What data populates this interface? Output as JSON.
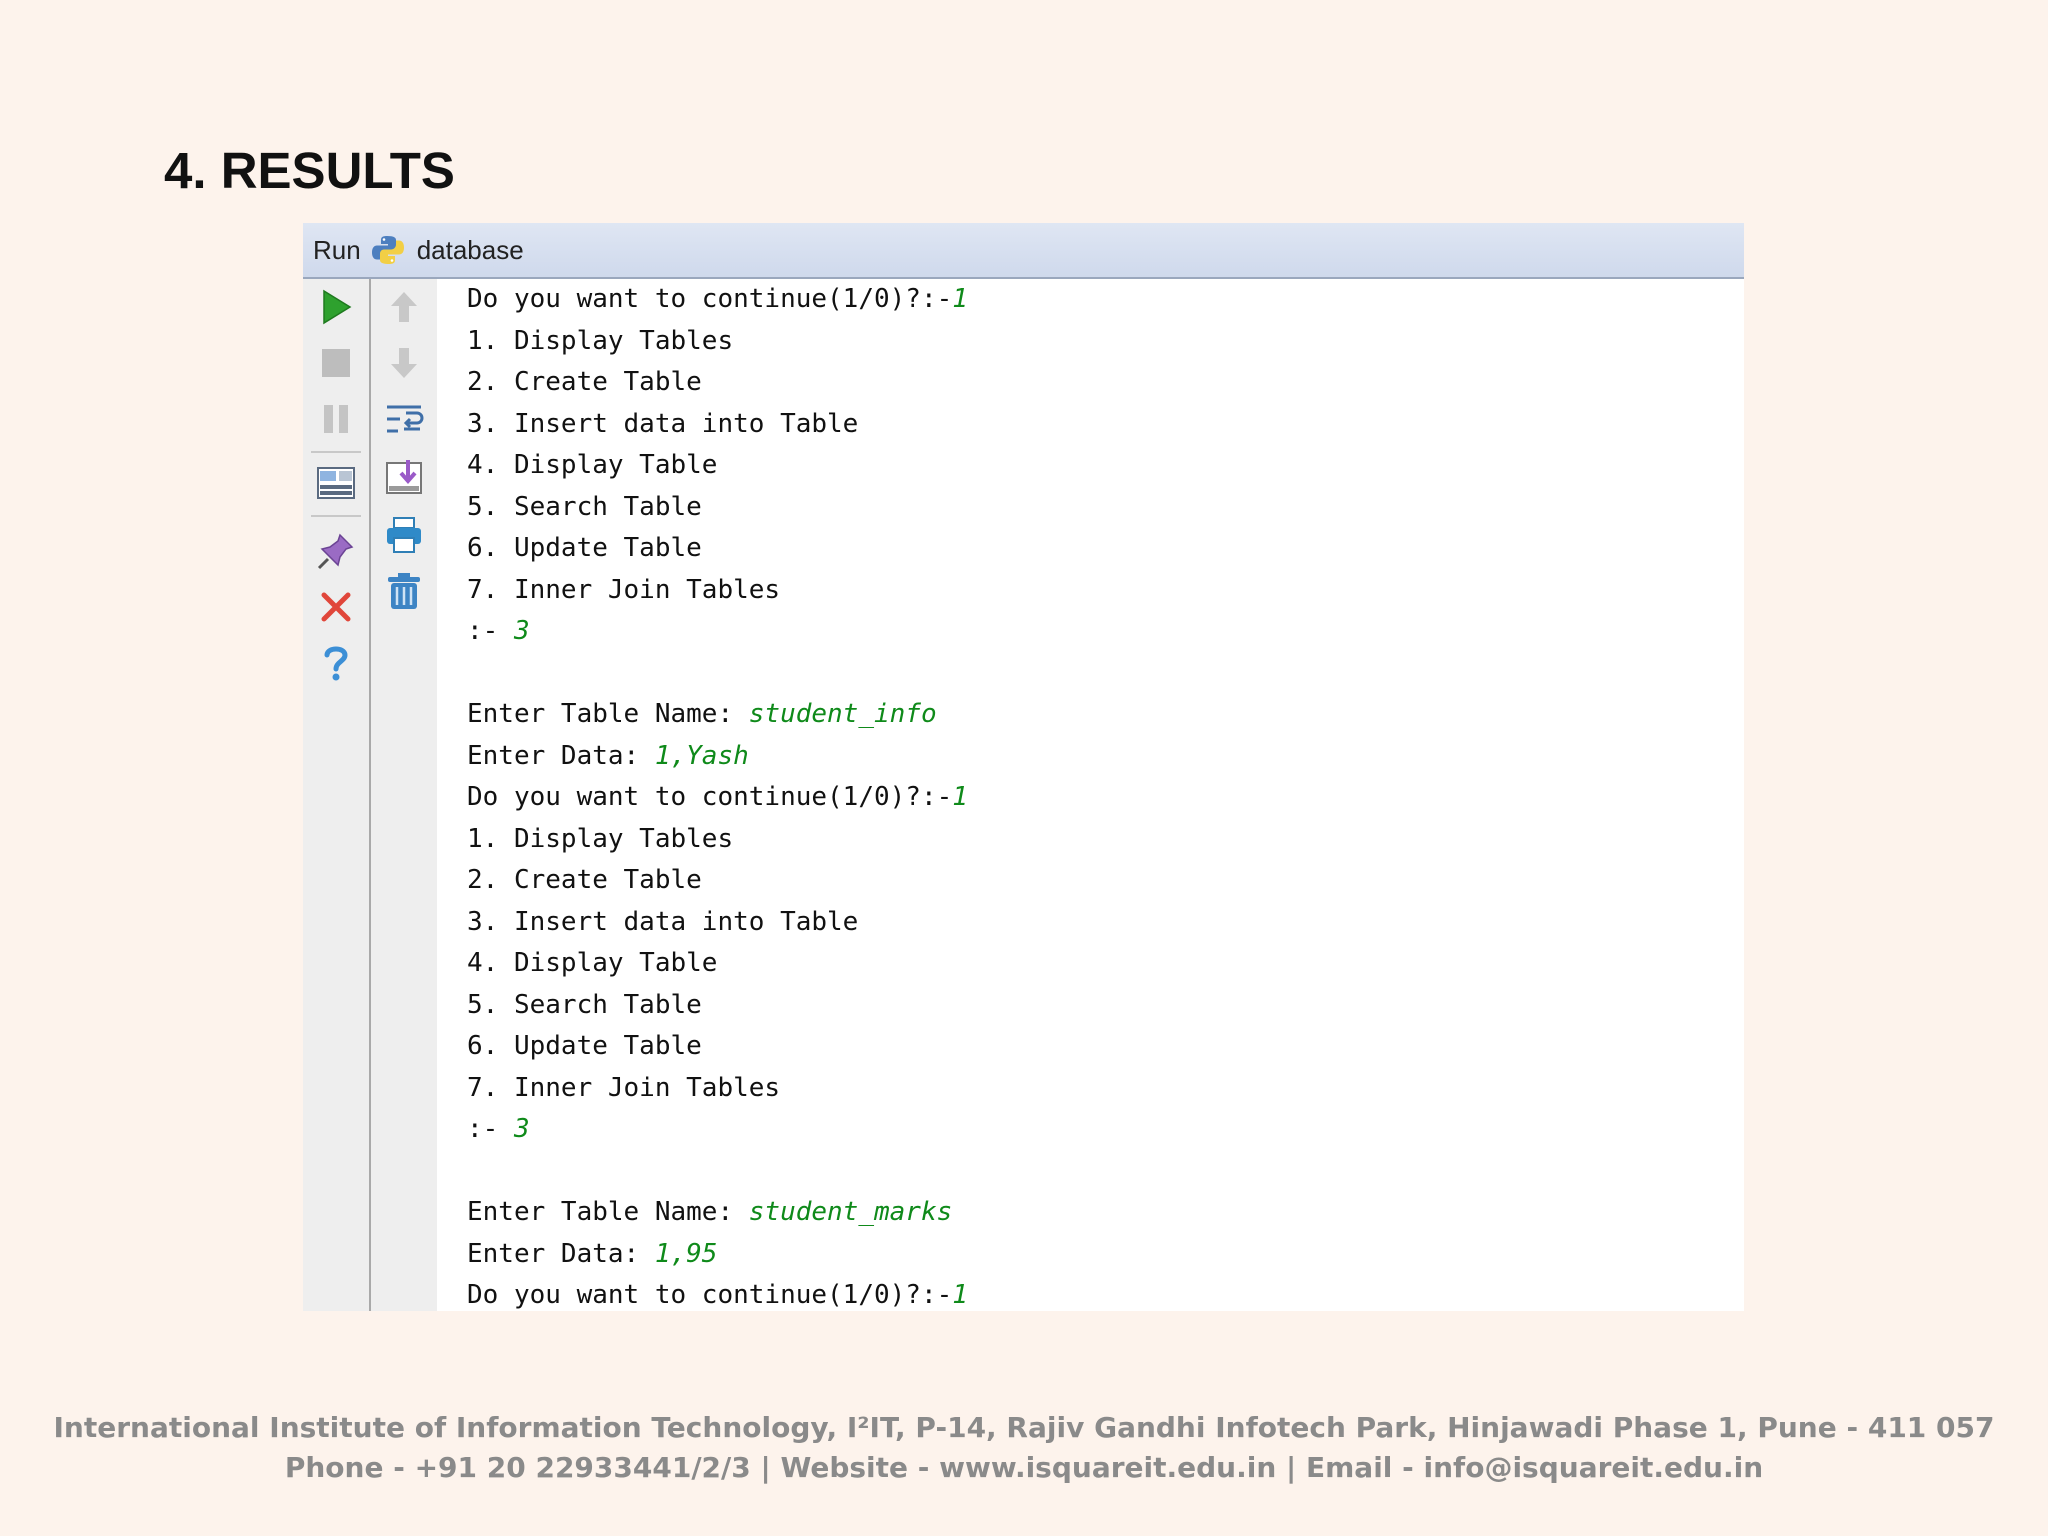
{
  "slide": {
    "title": "4. RESULTS",
    "footer_line1": "International Institute of Information Technology, I²IT, P-14, Rajiv Gandhi Infotech Park, Hinjawadi Phase 1, Pune - 411 057",
    "footer_line2": "Phone - +91 20 22933441/2/3 | Website - www.isquareit.edu.in | Email - info@isquareit.edu.in"
  },
  "run_panel": {
    "tab_label": "Run",
    "config_name": "database",
    "icons_left": [
      "run-icon",
      "stop-icon",
      "pause-icon",
      "layout-icon",
      "pin-icon",
      "close-icon",
      "help-icon"
    ],
    "icons_right": [
      "scroll-up-icon",
      "scroll-down-icon",
      "soft-wrap-icon",
      "scroll-to-end-icon",
      "print-icon",
      "trash-icon"
    ],
    "colors": {
      "user_input": "#0f8a1a",
      "run_green": "#2ea12e",
      "close_red": "#e0463a",
      "help_blue": "#3c8fd6"
    }
  },
  "console": {
    "lines": [
      {
        "out": "Do you want to continue(1/0)?:-",
        "in": "1"
      },
      {
        "out": "1. Display Tables",
        "in": ""
      },
      {
        "out": "2. Create Table",
        "in": ""
      },
      {
        "out": "3. Insert data into Table",
        "in": ""
      },
      {
        "out": "4. Display Table",
        "in": ""
      },
      {
        "out": "5. Search Table",
        "in": ""
      },
      {
        "out": "6. Update Table",
        "in": ""
      },
      {
        "out": "7. Inner Join Tables",
        "in": ""
      },
      {
        "out": ":- ",
        "in": "3"
      },
      {
        "out": "",
        "in": ""
      },
      {
        "out": "Enter Table Name: ",
        "in": "student_info"
      },
      {
        "out": "Enter Data: ",
        "in": "1,Yash"
      },
      {
        "out": "Do you want to continue(1/0)?:-",
        "in": "1"
      },
      {
        "out": "1. Display Tables",
        "in": ""
      },
      {
        "out": "2. Create Table",
        "in": ""
      },
      {
        "out": "3. Insert data into Table",
        "in": ""
      },
      {
        "out": "4. Display Table",
        "in": ""
      },
      {
        "out": "5. Search Table",
        "in": ""
      },
      {
        "out": "6. Update Table",
        "in": ""
      },
      {
        "out": "7. Inner Join Tables",
        "in": ""
      },
      {
        "out": ":- ",
        "in": "3"
      },
      {
        "out": "",
        "in": ""
      },
      {
        "out": "Enter Table Name: ",
        "in": "student_marks"
      },
      {
        "out": "Enter Data: ",
        "in": "1,95"
      },
      {
        "out": "Do you want to continue(1/0)?:-",
        "in": "1"
      }
    ]
  }
}
